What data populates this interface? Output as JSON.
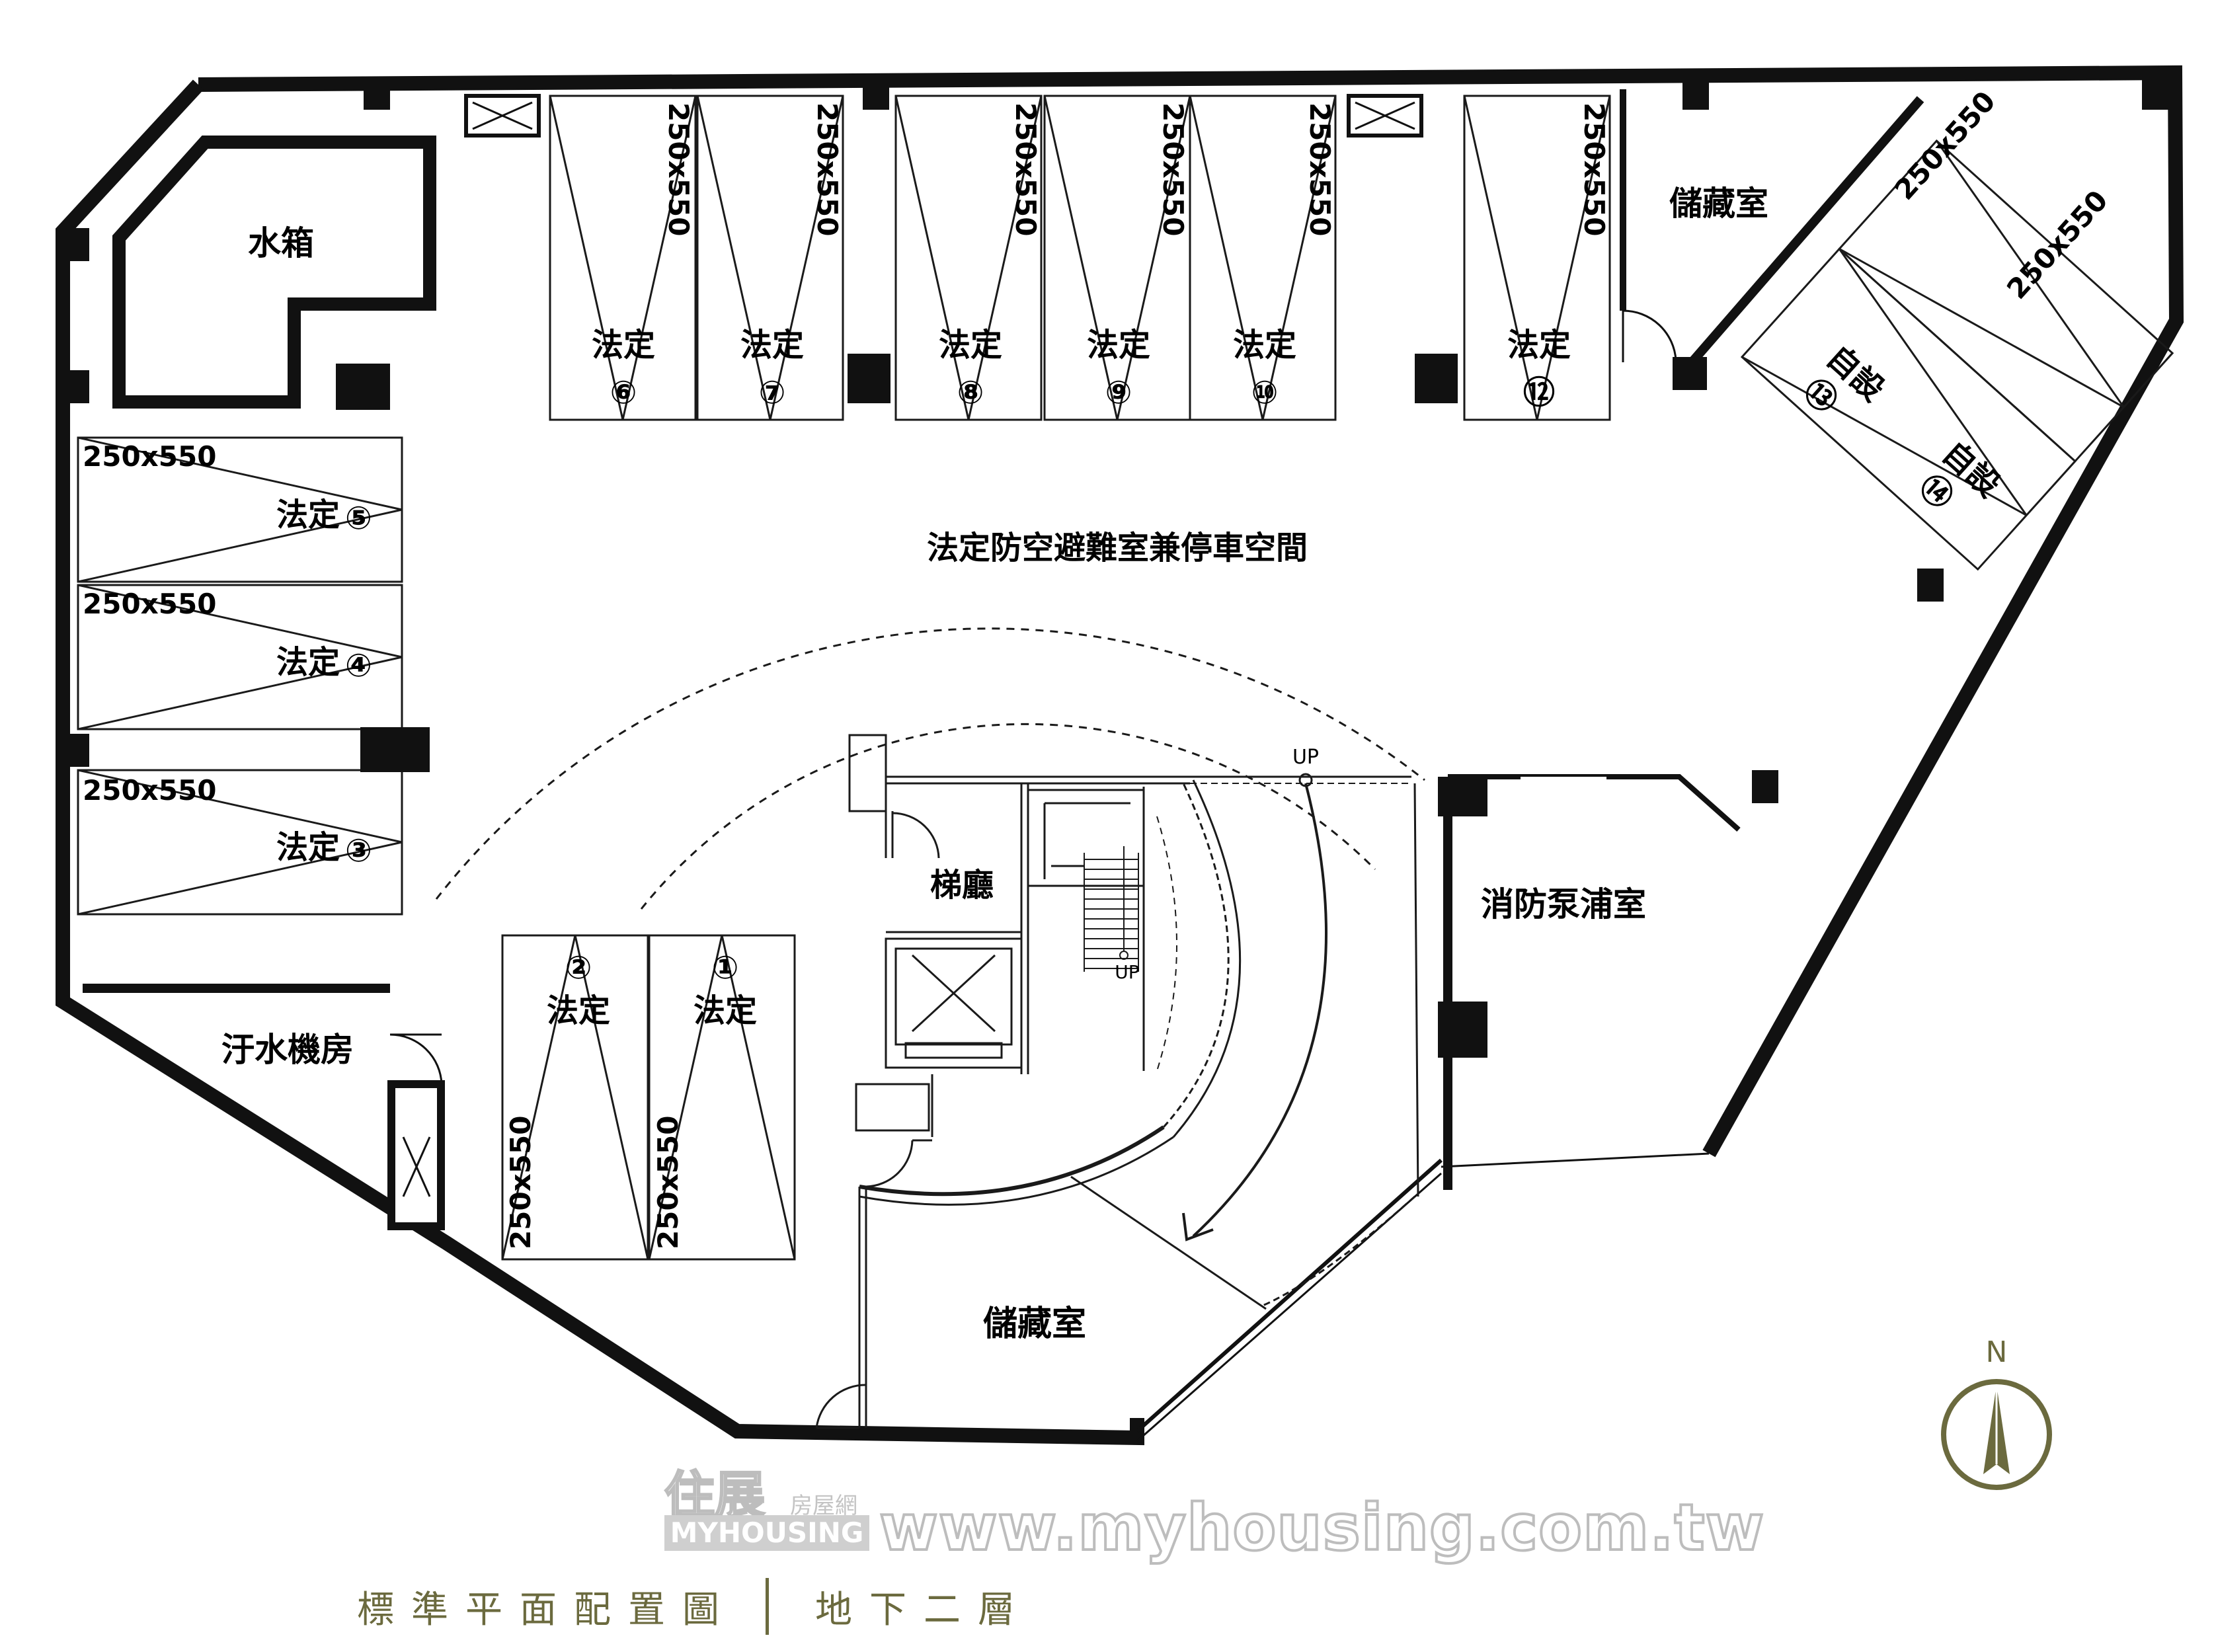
{
  "labels": {
    "water_tank": "水箱",
    "storage_ne": "儲藏室",
    "shelter": "法定防空避難室兼停車空間",
    "lobby": "梯廳",
    "fire_pump": "消防泵浦室",
    "sewage": "汙水機房",
    "storage_s": "儲藏室",
    "up_ramp": "UP",
    "up_stair": "UP",
    "north": "N"
  },
  "parking": {
    "size": "250x550",
    "statutory": "法定",
    "private": "自設",
    "spaces": [
      {
        "number": "①",
        "type": "法定"
      },
      {
        "number": "②",
        "type": "法定"
      },
      {
        "number": "③",
        "type": "法定"
      },
      {
        "number": "④",
        "type": "法定"
      },
      {
        "number": "⑤",
        "type": "法定"
      },
      {
        "number": "⑥",
        "type": "法定"
      },
      {
        "number": "⑦",
        "type": "法定"
      },
      {
        "number": "⑧",
        "type": "法定"
      },
      {
        "number": "⑨",
        "type": "法定"
      },
      {
        "number": "⑩",
        "type": "法定"
      },
      {
        "number": "⑫",
        "type": "法定"
      },
      {
        "number": "⑬",
        "type": "自設"
      },
      {
        "number": "⑭",
        "type": "自設"
      }
    ]
  },
  "footer": {
    "title": "標準平面配置圖",
    "floor": "地下二層"
  },
  "watermark": {
    "url": "www.myhousing.com.tw",
    "brand": "住展",
    "brand_small": "房屋網",
    "brand_tag": "MYHOUSING"
  },
  "colors": {
    "wall": "#111111",
    "line": "#1a1a1a",
    "accent": "#6b6a3e",
    "watermark": "#bdbdbd"
  }
}
